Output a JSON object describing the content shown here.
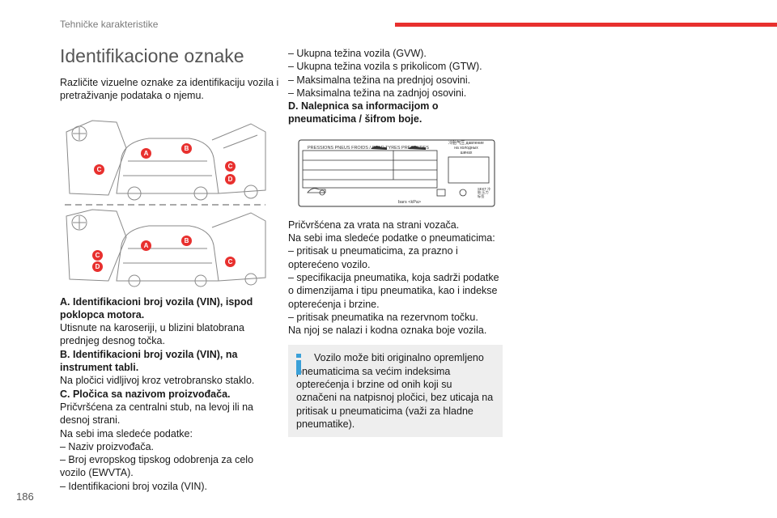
{
  "header": {
    "section": "Tehničke karakteristike",
    "page_number": "186",
    "accent_color": "#e8302e"
  },
  "left": {
    "title": "Identifikacione oznake",
    "intro": "Različite vizuelne oznake za identifikaciju vozila i pretraživanje podataka o njemu.",
    "figure_markers_top": [
      "A",
      "B",
      "C",
      "C",
      "D"
    ],
    "figure_markers_bottom": [
      "A",
      "B",
      "C",
      "D",
      "C"
    ],
    "items": [
      {
        "label": "A. Identifikacioni broj vozila (VIN), ispod poklopca motora.",
        "text": " Utisnute na karoseriji, u blizini blatobrana prednjeg desnog točka."
      },
      {
        "label": "B. Identifikacioni broj vozila (VIN), na instrument tabli.",
        "text": "Na pločici vidljivoj kroz vetrobransko staklo."
      },
      {
        "label": "C. Pločica sa nazivom proizvođača.",
        "text": "Pričvršćena za centralni stub, na levoj ili na desnoj strani."
      }
    ],
    "c_intro": "Na sebi ima sledeće podatke:",
    "c_list": [
      "–  Naziv proizvođača.",
      "–  Broj evropskog tipskog odobrenja za celo vozilo (EWVTA).",
      "–  Identifikacioni broj vozila (VIN)."
    ]
  },
  "right": {
    "c_list_cont": [
      "–  Ukupna težina vozila (GVW).",
      "–  Ukupna težina vozila s prikolicom (GTW).",
      "–  Maksimalna težina na prednjoj osovini.",
      "–  Maksimalna težina na zadnjoj osovini."
    ],
    "d_label": "D. Nalepnica sa informacijom o pneumaticima / šifrom boje.",
    "label_header": "PRESSIONS PNEUS FROIDS / COLD TYRES PRESSURES",
    "label_side": "冷胎气压 давление на холодных шинах",
    "label_units": "bars   <kPa>",
    "label_code": "SEKT 冷胎 压力 标签",
    "d_text": [
      "Pričvršćena za vrata na strani vozača.",
      "Na sebi ima sledeće podatke o pneumaticima:",
      "–  pritisak u pneumaticima, za prazno i opterećeno vozilo.",
      "–  specifikacija pneumatika, koja sadrži podatke o dimenzijama i tipu pneumatika, kao i indekse opterećenja i brzine.",
      "–  pritisak pneumatika na rezervnom točku.",
      "Na njoj se nalazi i kodna oznaka boje vozila."
    ],
    "note": "Vozilo može biti originalno opremljeno pneumaticima sa većim indeksima opterećenja i brzine od onih koji su označeni na natpisnoj pločici, bez uticaja na pritisak u pneumaticima (važi za hladne pneumatike)."
  }
}
